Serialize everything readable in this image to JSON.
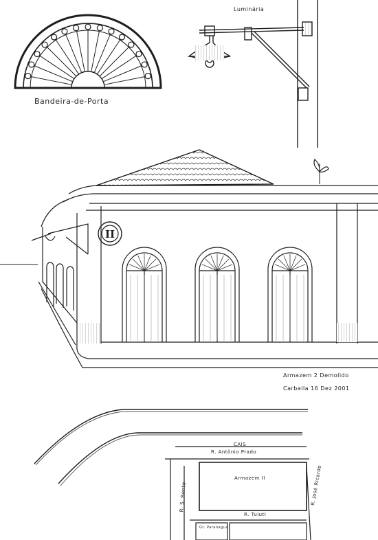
{
  "labels": {
    "bandeira": "Bandeira-de-Porta",
    "luminaria": "Luminária",
    "armazem_title": "Armazem 2 Demolido",
    "signature": "Carballa 16 Dez 2001",
    "cais": "CAIS",
    "rua_antonio": "R. Antônio Prado",
    "building": "Armazem II",
    "rua_tuiuti": "R. Tuiuti",
    "rua_jose": "R. José Ricardo",
    "rua_bento": "R. S. Bento",
    "grafo_box": "Gt. Paranaguá"
  },
  "numerals": {
    "building": "II"
  },
  "colors": {
    "ink": "#1e1e1e",
    "paper": "#ffffff",
    "shade": "#d6d6d6"
  }
}
